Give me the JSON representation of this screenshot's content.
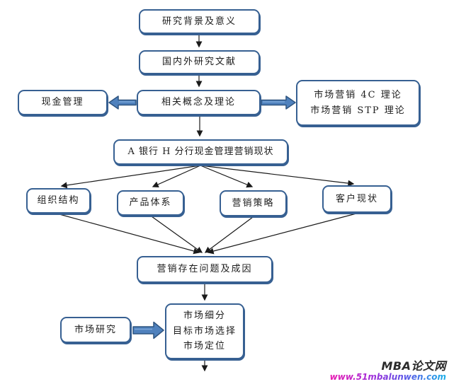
{
  "diagram": {
    "colors": {
      "box_border": "#376092",
      "block_arrow_fill": "#4f81bd",
      "block_arrow_stroke": "#2f5580",
      "connector_line": "#1a1a1a"
    },
    "nodes": {
      "background": {
        "label": "研究背景及意义"
      },
      "literature": {
        "label": "国内外研究文献"
      },
      "concepts": {
        "label": "相关概念及理论"
      },
      "cash_management": {
        "label": "现金管理"
      },
      "marketing_theory": {
        "line1": "市场营销 4C 理论",
        "line2": "市场营销 STP 理论"
      },
      "status": {
        "label": "A 银行 H 分行现金管理营销现状"
      },
      "organization": {
        "label": "组织结构"
      },
      "product_system": {
        "label": "产品体系"
      },
      "marketing_strategy": {
        "label": "营销策略"
      },
      "customer_status": {
        "label": "客户现状"
      },
      "problems": {
        "label": "营销存在问题及成因"
      },
      "market_research": {
        "label": "市场研究"
      },
      "segmentation": {
        "line1": "市场细分",
        "line2": "目标市场选择",
        "line3": "市场定位"
      }
    }
  },
  "watermark": {
    "title": "MBA论文网",
    "url": "www.51mbalunwen.com"
  }
}
